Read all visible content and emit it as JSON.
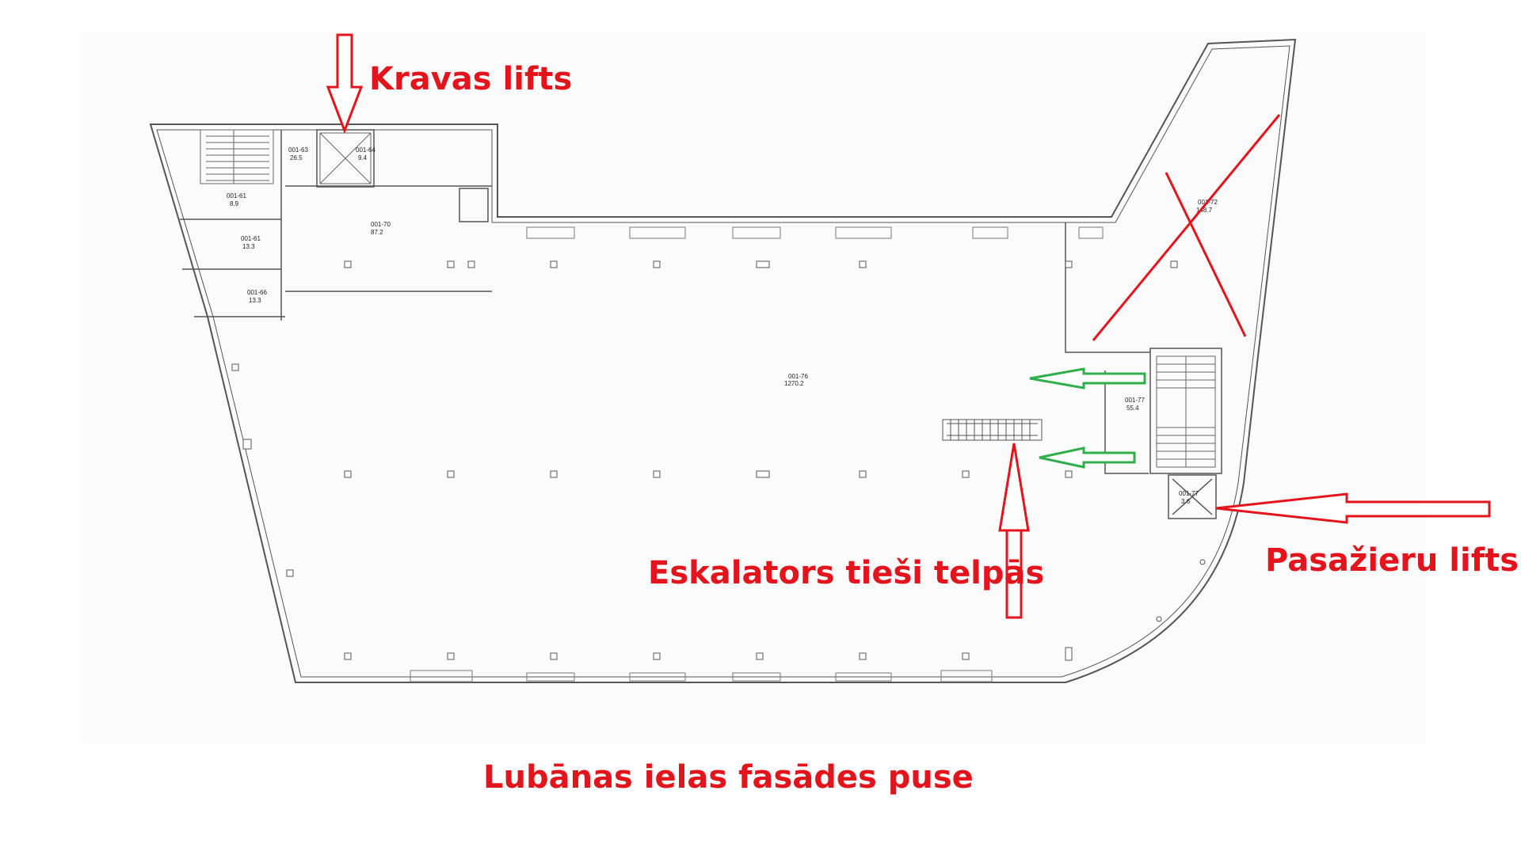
{
  "annotations": {
    "freight_lift": "Kravas lifts",
    "escalator": "Eskalators tieši telpās",
    "passenger_lift": "Pasažieru lifts",
    "facade_side": "Lubānas ielas fasādes puse"
  },
  "rooms": {
    "main_hall": {
      "code": "001-76",
      "area": "1270.2"
    },
    "crossed_room": {
      "code": "001-72",
      "area": "148.7"
    },
    "stair_room": {
      "code": "001-77",
      "area": "55.4"
    },
    "office": {
      "code": "001-70",
      "area": "87.2"
    },
    "stair_top": {
      "code": "001-63",
      "area": "26.5"
    },
    "freight_lift_room": {
      "code": "001-64",
      "area": "9.4"
    },
    "corridor": {
      "code": "001-61",
      "area": "8.9"
    },
    "wc_a": {
      "code": "001-61",
      "area": "13.3"
    },
    "wc_b": {
      "code": "001-66",
      "area": "13.3"
    },
    "lift_room": {
      "code": "001-77",
      "area": "3.6"
    }
  },
  "colors": {
    "annotation_red": "#e3141b",
    "arrow_green": "#2fae4b",
    "walls": "#555555"
  }
}
